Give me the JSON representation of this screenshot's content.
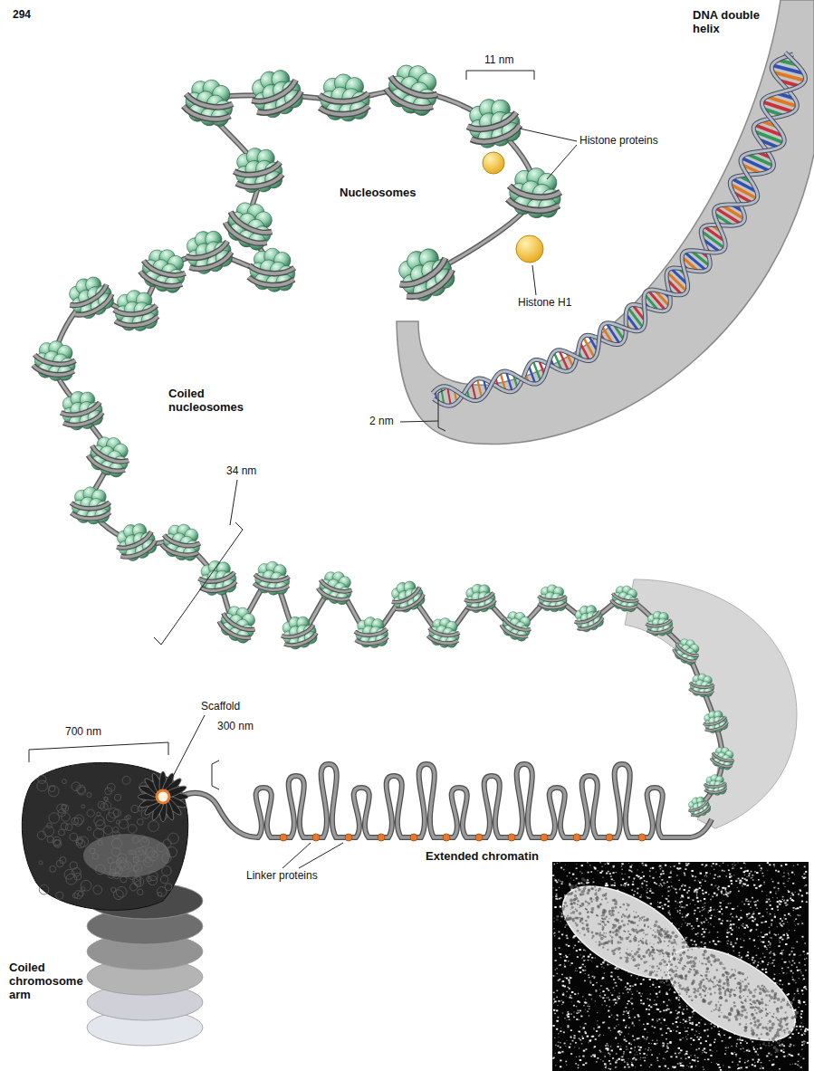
{
  "diagram": {
    "labels": [
      "294",
      "DNA double helix",
      "11 nm",
      "Histone proteins",
      "Nucleosomes",
      "Histone H1",
      "Coiled nucleosomes",
      "2 nm",
      "34 nm",
      "Scaffold",
      "300 nm",
      "700 nm",
      "Linker proteins",
      "Extended chromatin",
      "Coiled chromosome arm"
    ]
  }
}
